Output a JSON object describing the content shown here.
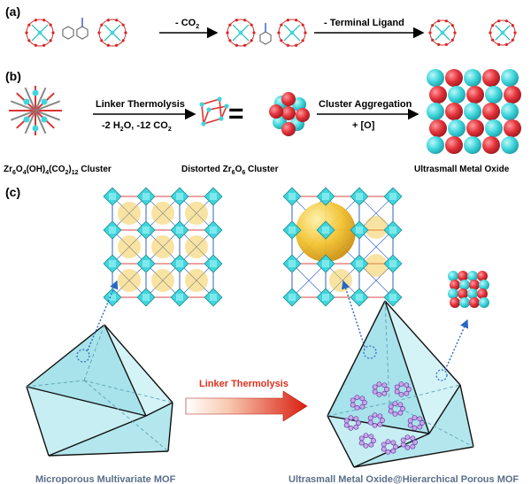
{
  "panels": {
    "a": {
      "label": "(a)",
      "arrow1": "- CO",
      "arrow1_sub": "2",
      "arrow2": "- Terminal Ligand"
    },
    "b": {
      "label": "(b)",
      "step1_line1": "Linker Thermolysis",
      "step1_line2": "-2 H",
      "step1_line2_sub": "2",
      "step1_line2_mid": "O, -12 CO",
      "step1_line2_sub2": "2",
      "equals": "=",
      "step2_line1": "Cluster Aggregation",
      "step2_line2": "+ [O]",
      "caption_cluster_pre": "Zr",
      "caption_cluster_s1": "6",
      "caption_cluster_m1": "O",
      "caption_cluster_s2": "4",
      "caption_cluster_m2": "(OH)",
      "caption_cluster_s3": "4",
      "caption_cluster_m3": "(CO",
      "caption_cluster_s4": "2",
      "caption_cluster_m4": ")",
      "caption_cluster_s5": "12",
      "caption_cluster_post": " Cluster",
      "caption_distorted_pre": "Distorted Zr",
      "caption_distorted_s1": "6",
      "caption_distorted_m1": "O",
      "caption_distorted_s2": "6",
      "caption_distorted_post": " Cluster",
      "caption_oxide": "Ultrasmall Metal Oxide"
    },
    "c": {
      "label": "(c)",
      "arrow": "Linker Thermolysis",
      "caption_left": "Microporous Multivariate MOF",
      "caption_right": "Ultrasmall Metal Oxide@Hierarchical Porous MOF"
    }
  },
  "colors": {
    "cyan": "#3fd6dc",
    "red": "#e3323a",
    "gold": "#f2c230",
    "node_blue": "#2a66c4",
    "caption_blue": "#5a6f8a",
    "octahedron_fill": "#bfeaf0"
  }
}
